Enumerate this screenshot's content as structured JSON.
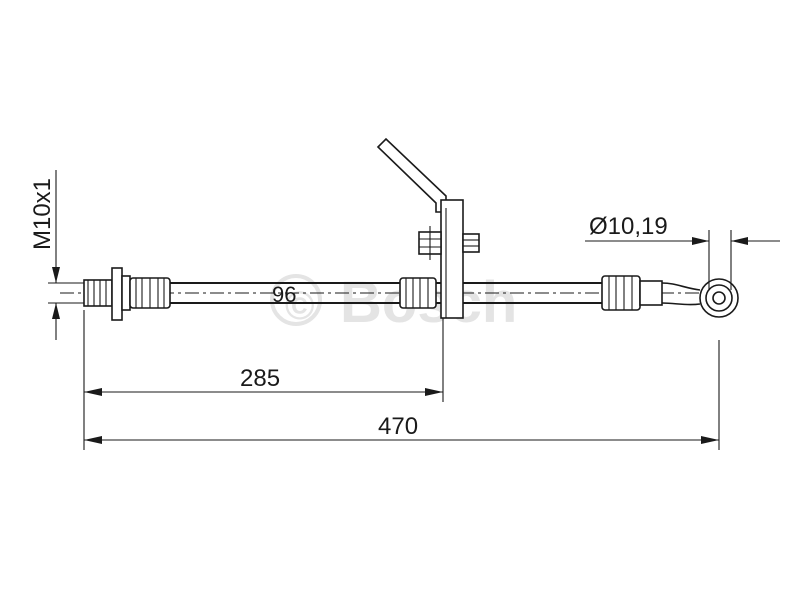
{
  "dimensions": {
    "thread": "M10x1",
    "diameter": "Ø10,19",
    "length_to_bracket": "285",
    "total_length": "470"
  },
  "hose_marking": "96",
  "watermark": {
    "brand": "Bosch"
  }
}
